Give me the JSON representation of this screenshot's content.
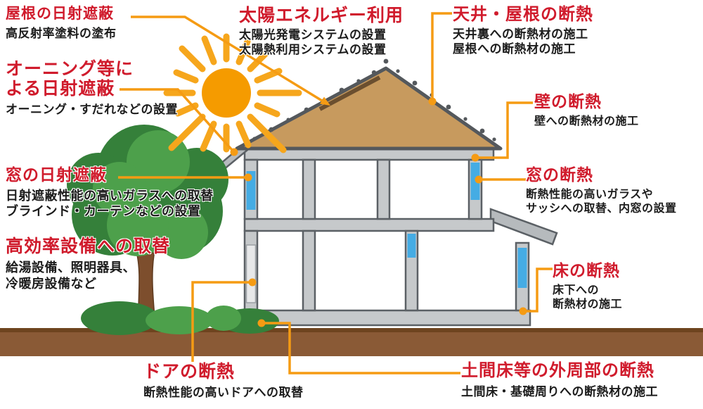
{
  "colors": {
    "title_red": "#d01b2c",
    "text_black": "#1c1c1c",
    "accent_orange": "#f59b13",
    "sun_core": "#f59b00",
    "sun_ray": "#f6a61c",
    "roof_tan": "#c79a5e",
    "roof_edge": "#54585c",
    "wall_gray": "#c6c9cb",
    "wall_gray2": "#b6babd",
    "wall_outline": "#5b6065",
    "window_blue": "#45ace4",
    "door_gray": "#e7e8e9",
    "soil_brown": "#8a5a36",
    "soil_dark": "#6e441f",
    "tree_dark": "#35803a",
    "tree_light": "#4da04b",
    "trunk_brown": "#7d4e2d"
  },
  "callouts": {
    "roof_shading": {
      "title": "屋根の日射遮蔽",
      "desc": "高反射率塗料の塗布"
    },
    "awning_shading": {
      "title": "オーニング等に\nよる日射遮蔽",
      "desc": "オーニング・すだれなどの設置"
    },
    "solar_energy": {
      "title": "太陽エネルギー利用",
      "desc": "太陽光発電システムの設置\n太陽熱利用システムの設置"
    },
    "ceiling_roof_insulation": {
      "title": "天井・屋根の断熱",
      "desc": "天井裏への断熱材の施工\n屋根への断熱材の施工"
    },
    "wall_insulation": {
      "title": "壁の断熱",
      "desc": "壁への断熱材の施工"
    },
    "window_insulation": {
      "title": "窓の断熱",
      "desc": "断熱性能の高いガラスや\nサッシへの取替、内窓の設置"
    },
    "window_shading": {
      "title": "窓の日射遮蔽",
      "desc": "日射遮蔽性能の高いガラスへの取替\nブラインド・カーテンなどの設置"
    },
    "equipment_upgrade": {
      "title": "高効率設備への取替",
      "desc": "給湯設備、照明器具、\n冷暖房設備など"
    },
    "floor_insulation": {
      "title": "床の断熱",
      "desc": "床下への\n断熱材の施工"
    },
    "door_insulation": {
      "title": "ドアの断熱",
      "desc": "断熱性能の高いドアへの取替"
    },
    "foundation_insulation": {
      "title": "土間床等の外周部の断熱",
      "desc": "土間床・基礎周りへの断熱材の施工"
    }
  }
}
